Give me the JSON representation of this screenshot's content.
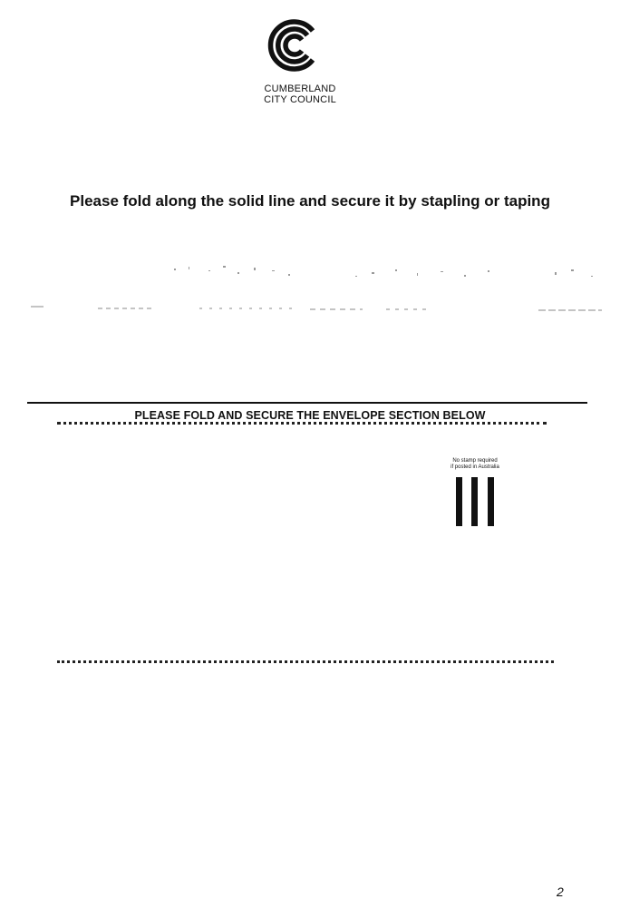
{
  "header": {
    "org_name_line1": "CUMBERLAND",
    "org_name_line2": "CITY COUNCIL",
    "logo_icon": "cumberland-c-logo"
  },
  "instructions": {
    "fold_instruction": "Please fold along the solid line and secure it by stapling or taping"
  },
  "envelope": {
    "section_title": "PLEASE FOLD AND SECURE THE ENVELOPE SECTION BELOW",
    "postage_note_line1": "No stamp required",
    "postage_note_line2": "if posted in Australia",
    "fim_bar_count": 3
  },
  "footer": {
    "page_number": "2"
  },
  "colors": {
    "ink": "#111111",
    "paper": "#ffffff"
  }
}
